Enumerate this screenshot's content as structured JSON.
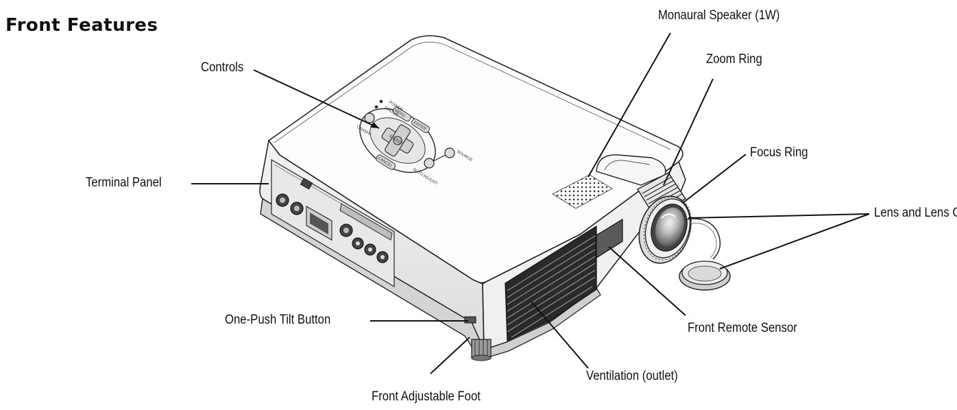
{
  "title": "Front Features",
  "labels": {
    "monaural_speaker": "Monaural Speaker (1W)",
    "zoom_ring": "Zoom Ring",
    "controls": "Controls",
    "focus_ring": "Focus Ring",
    "terminal_panel": "Terminal Panel",
    "lens_and_cap": "Lens and Lens Cap",
    "one_push_tilt": "One-Push Tilt Button",
    "front_remote_sensor": "Front Remote Sensor",
    "ventilation": "Ventilation (outlet)",
    "front_adjustable_foot": "Front Adjustable Foot"
  },
  "panel_text": {
    "status": "STATUS",
    "power": "POWER",
    "on_off": "ON/OFF",
    "source": "SOURCE",
    "auto_adjust": "AUTO ADJUST",
    "select": "SELECT",
    "menu": "MENU",
    "enter": "ENTER",
    "cancel": "CANCEL"
  }
}
